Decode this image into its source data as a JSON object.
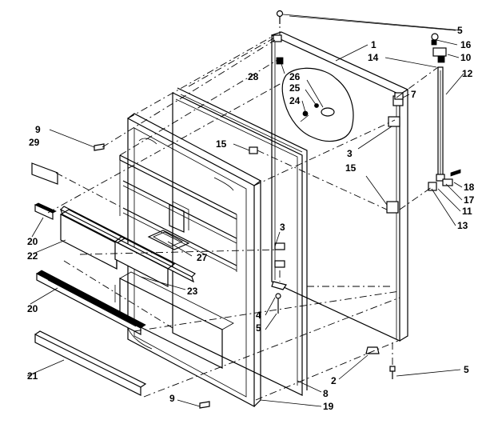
{
  "callouts": [
    {
      "id": "c5a",
      "text": "5"
    },
    {
      "id": "c1",
      "text": "1"
    },
    {
      "id": "c16",
      "text": "16"
    },
    {
      "id": "c14",
      "text": "14"
    },
    {
      "id": "c10",
      "text": "10"
    },
    {
      "id": "c12",
      "text": "12"
    },
    {
      "id": "c28",
      "text": "28"
    },
    {
      "id": "c26",
      "text": "26"
    },
    {
      "id": "c25",
      "text": "25"
    },
    {
      "id": "c24",
      "text": "24"
    },
    {
      "id": "c7",
      "text": "7"
    },
    {
      "id": "c9a",
      "text": "9"
    },
    {
      "id": "c29",
      "text": "29"
    },
    {
      "id": "c15a",
      "text": "15"
    },
    {
      "id": "c3a",
      "text": "3"
    },
    {
      "id": "c15b",
      "text": "15"
    },
    {
      "id": "c18",
      "text": "18"
    },
    {
      "id": "c17",
      "text": "17"
    },
    {
      "id": "c11",
      "text": "11"
    },
    {
      "id": "c13",
      "text": "13"
    },
    {
      "id": "c20a",
      "text": "20"
    },
    {
      "id": "c22",
      "text": "22"
    },
    {
      "id": "c3b",
      "text": "3"
    },
    {
      "id": "c27",
      "text": "27"
    },
    {
      "id": "c23",
      "text": "23"
    },
    {
      "id": "c20b",
      "text": "20"
    },
    {
      "id": "c4",
      "text": "4"
    },
    {
      "id": "c5b",
      "text": "5"
    },
    {
      "id": "c21",
      "text": "21"
    },
    {
      "id": "c2",
      "text": "2"
    },
    {
      "id": "c5c",
      "text": "5"
    },
    {
      "id": "c8",
      "text": "8"
    },
    {
      "id": "c9b",
      "text": "9"
    },
    {
      "id": "c19",
      "text": "19"
    }
  ]
}
